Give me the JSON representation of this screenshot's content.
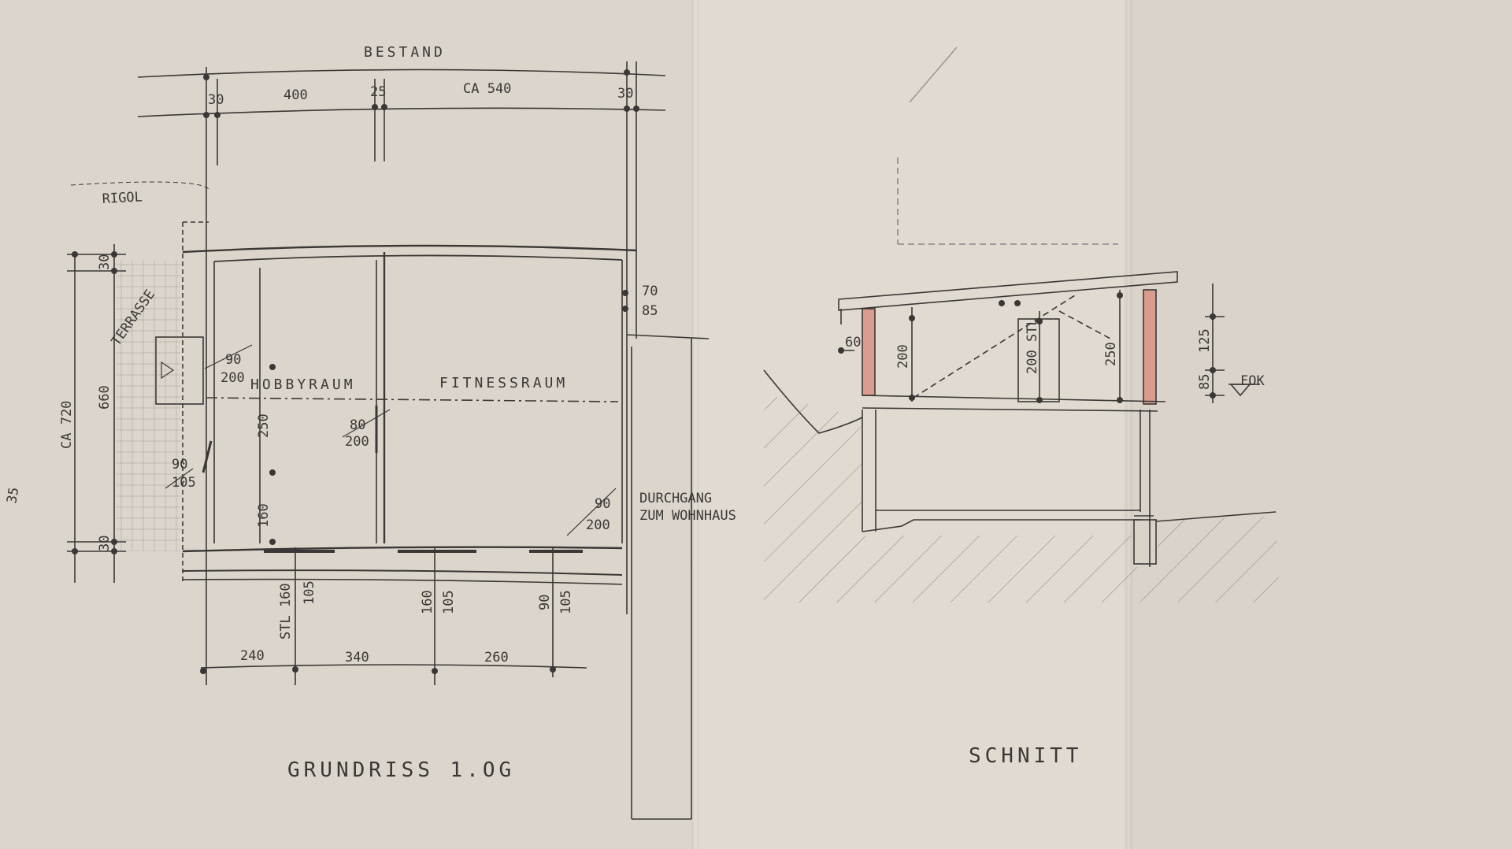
{
  "drawing": {
    "plan_title": "GRUNDRISS  1.OG",
    "section_title": "SCHNITT",
    "top_label": "BESTAND",
    "rigol_label": "RIGOL",
    "terrasse_label": "TERRASSE",
    "rooms": {
      "hobby": "HOBBYRAUM",
      "fitness": "FITNESSRAUM"
    },
    "passage": {
      "line1": "DURCHGANG",
      "line2": "ZUM WOHNHAUS"
    },
    "fok_label": "FOK",
    "top_dims": [
      "30",
      "400",
      "25",
      "CA 540",
      "30"
    ],
    "left_dims": [
      "30",
      "660",
      "CA 720",
      "30"
    ],
    "right_dims": [
      "70",
      "85"
    ],
    "bottom_dims": [
      "240",
      "340",
      "260"
    ],
    "window_dims": [
      "STL 160",
      "105",
      "160",
      "105",
      "90",
      "105"
    ],
    "door_dims": [
      "90",
      "200",
      "80",
      "200",
      "90",
      "105",
      "90",
      "200"
    ],
    "interior_dims": [
      "250",
      "160"
    ],
    "section_dims": [
      "60",
      "200",
      "200 STL",
      "250",
      "125",
      "85"
    ],
    "margin_note": "35"
  }
}
